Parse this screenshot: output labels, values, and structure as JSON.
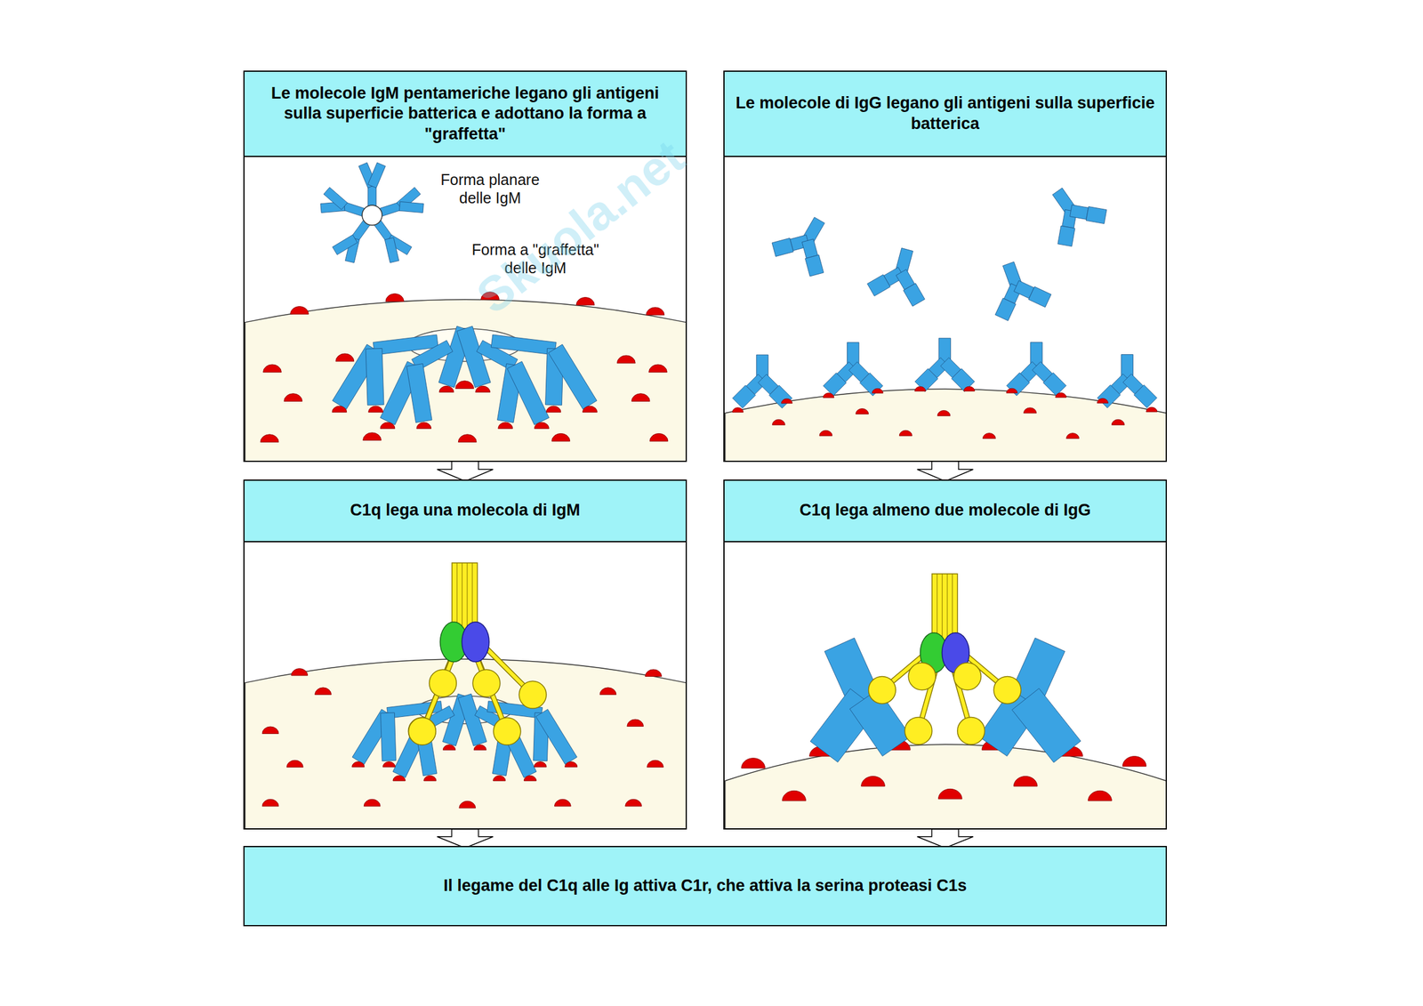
{
  "diagram": {
    "nodes": [
      {
        "text": [
          "Le molecole IgM pentameriche legano gli antigeni sulla superficie batterica e adottano la forma a \"graffetta\""
        ]
      },
      {
        "text": [
          "Le molecole di IgG legano gli antigeni sulla superficie batterica"
        ]
      },
      {
        "text": [
          "C1q lega una molecola di IgM"
        ]
      },
      {
        "text": [
          "C1q lega almeno due molecole di IgG"
        ]
      },
      {
        "text": [
          "Il legame del C1q alle Ig attiva C1r, che attiva la serina proteasi C1s"
        ]
      }
    ],
    "edges": [
      {
        "from": 0,
        "to": 2,
        "arrow": "to"
      },
      {
        "from": 1,
        "to": 3,
        "arrow": "to"
      },
      {
        "from": 2,
        "to": 4,
        "arrow": "to"
      },
      {
        "from": 3,
        "to": 4,
        "arrow": "to"
      }
    ],
    "labels": [
      "Forma planare delle IgM",
      "Forma a \"graffetta\" delle IgM",
      "Skuola.net"
    ]
  }
}
